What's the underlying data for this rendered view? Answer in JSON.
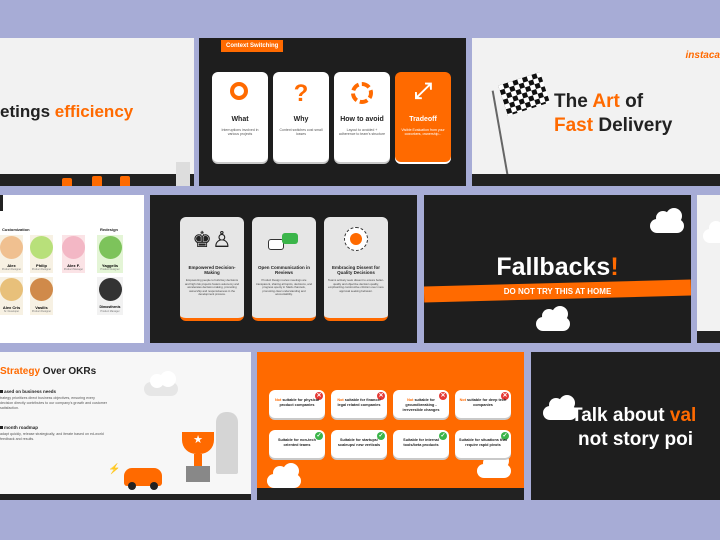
{
  "s1": {
    "title_a": "etings ",
    "title_b": "efficiency"
  },
  "s2": {
    "tag": "Context Switching",
    "cards": [
      {
        "title": "What",
        "text": "Interruptions involved in various projects"
      },
      {
        "title": "Why",
        "text": "Context switches cost small losses"
      },
      {
        "title": "How to avoid",
        "text": "Layout to avoided + adherence to team's structure"
      },
      {
        "title": "Tradeoff",
        "text": "Visible Evaluation from your coworkers, ownership..."
      }
    ]
  },
  "s3": {
    "brand": "instaca",
    "l1a": "The ",
    "l1b": "Art",
    "l1c": " of",
    "l2a": "Fast",
    "l2b": " Delivery"
  },
  "s4": {
    "left_header": "Customization",
    "right_header": "Redesign",
    "people": [
      {
        "name": "Alex",
        "role": "Product Designer"
      },
      {
        "name": "Philip",
        "role": "Product Designer"
      },
      {
        "name": "Alex F.",
        "role": "Product Manager"
      },
      {
        "name": "Yaggelis",
        "role": "Product Designer"
      },
      {
        "name": "Alex Cris",
        "role": "Sr. Developer"
      },
      {
        "name": "Vasilis",
        "role": "Product Designer"
      },
      {
        "name": "Dimosthenis",
        "role": "Product Manager"
      }
    ]
  },
  "s5": {
    "cards": [
      {
        "title": "Empowered Decision-Making",
        "text": "Empowering people to build key decisions and high risk projects fosters autonomy and accelerates decision-making, promoting ownership and responsiveness in the development process."
      },
      {
        "title": "Open Communication in Reviews",
        "text": "Product Design review meetings are transparent, sharing all topics, decisions, and progress openly in Slack channels, promoting clear understanding and accountability."
      },
      {
        "title": "Embracing Dissent for Quality Decisions",
        "text": "Teams actively seek dissent to ensure better-quality and objective decision quality, emphasizing constructive criticism over mere approval seeking behavior."
      }
    ]
  },
  "s6": {
    "title": "Fallbacks",
    "excl": "!",
    "subtitle": "DO NOT TRY THIS AT HOME"
  },
  "s8": {
    "title_a": "Strategy",
    "title_b": " Over OKRs",
    "b1_title": "ased on business needs",
    "b1_text": "trategy prioritizes direct business objectives, ensuring every decision directly contributes to our company's growth and customer satisfaction.",
    "b2_title": "month roadmap",
    "b2_text": "adapt quickly, release strategically, and iterate based on ed-world feedback and results."
  },
  "s9": {
    "grid": [
      {
        "a": "Not",
        "b": " suitable for physical product companies",
        "ok": false
      },
      {
        "a": "Not",
        "b": " suitable for finance/ legal related companies",
        "ok": false
      },
      {
        "a": "Not",
        "b": " suitable for groundbreaking - irreversible changes",
        "ok": false
      },
      {
        "a": "Not",
        "b": " suitable for deep tech companies",
        "ok": false
      },
      {
        "a": "",
        "b": "Suitable for non-tech oriented teams",
        "ok": true
      },
      {
        "a": "",
        "b": "Suitable for startups/ scaleups/ new verticals",
        "ok": true
      },
      {
        "a": "",
        "b": "Suitable for internal tools/beta products",
        "ok": true
      },
      {
        "a": "",
        "b": "Suitable for situations that require rapid pivots",
        "ok": true
      }
    ]
  },
  "s10": {
    "l1a": "Talk about ",
    "l1b": "val",
    "l2": "not story poi"
  }
}
